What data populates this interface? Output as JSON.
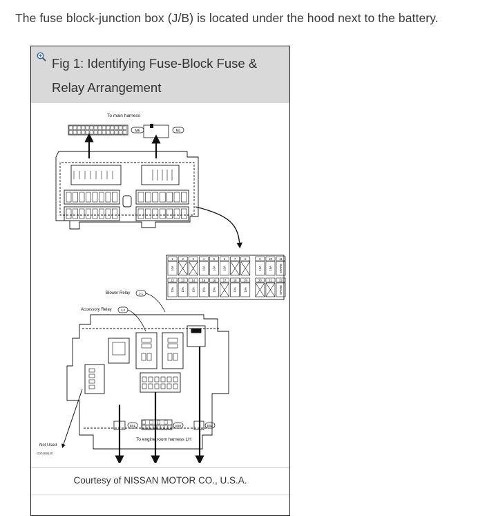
{
  "intro_text": "The fuse block-junction box (J/B) is located under the hood next to the battery.",
  "figure": {
    "title": "Fig 1: Identifying Fuse-Block Fuse & Relay Arrangement",
    "zoom_icon": "zoom-in-icon",
    "credit": "Courtesy of NISSAN MOTOR CO., U.S.A."
  },
  "diagram": {
    "top_label": "To main harness",
    "bottom_label": "To engine room harness LH",
    "blower_relay": "Blower Relay",
    "blower_relay_id": "J-1",
    "accessory_relay": "Accessory Relay",
    "accessory_relay_id": "J-2",
    "not_used": "Not Used",
    "code": "G00189140",
    "connectors": {
      "m6": "M6",
      "m1": "M1",
      "e51": "E51",
      "e50": "E50",
      "e52": "E52"
    },
    "fuse_top_row": {
      "numbers": [
        "1",
        "2",
        "3",
        "4",
        "5",
        "6",
        "7",
        "8",
        "9",
        "10",
        "11"
      ],
      "ratings": [
        "10A",
        "",
        "",
        "10A",
        "10A",
        "10A",
        "",
        "",
        "15A",
        "15A",
        "SPARE"
      ]
    },
    "fuse_bottom_row": {
      "numbers": [
        "12",
        "13",
        "14",
        "15",
        "16",
        "17",
        "18",
        "19",
        "20",
        "21",
        "22"
      ],
      "ratings": [
        "10A",
        "10A",
        "15A",
        "15A",
        "10A",
        "",
        "10A",
        "10A",
        "",
        "",
        "SPARE"
      ]
    }
  }
}
